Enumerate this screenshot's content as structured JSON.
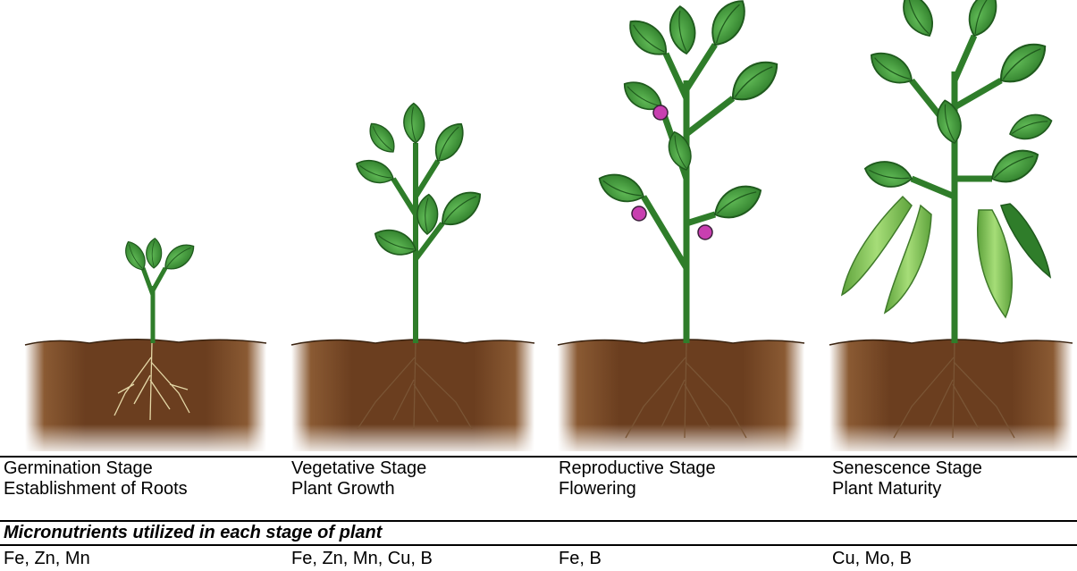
{
  "stages": [
    {
      "id": "germination",
      "title": "Germination Stage",
      "subtitle": "Establishment of Roots",
      "micronutrients": "Fe, Zn, Mn"
    },
    {
      "id": "vegetative",
      "title": "Vegetative Stage",
      "subtitle": "Plant Growth",
      "micronutrients": "Fe, Zn, Mn, Cu, B"
    },
    {
      "id": "reproductive",
      "title": "Reproductive Stage",
      "subtitle": "Flowering",
      "micronutrients": "Fe, B"
    },
    {
      "id": "senescence",
      "title": "Senescence Stage",
      "subtitle": "Plant Maturity",
      "micronutrients": "Cu, Mo, B"
    }
  ],
  "micronutrient_row_label": "Micronutrients utilized in each stage of plant",
  "colors": {
    "soil_dark": "#6b3e1f",
    "soil_light": "#ffffff",
    "stem": "#2f7d2a",
    "leaf": "#3f9a3a",
    "leaf_dark": "#1f5a1d",
    "pod": "#8ccf5e",
    "flower": "#c83fb0",
    "root": "#d9c99a"
  }
}
